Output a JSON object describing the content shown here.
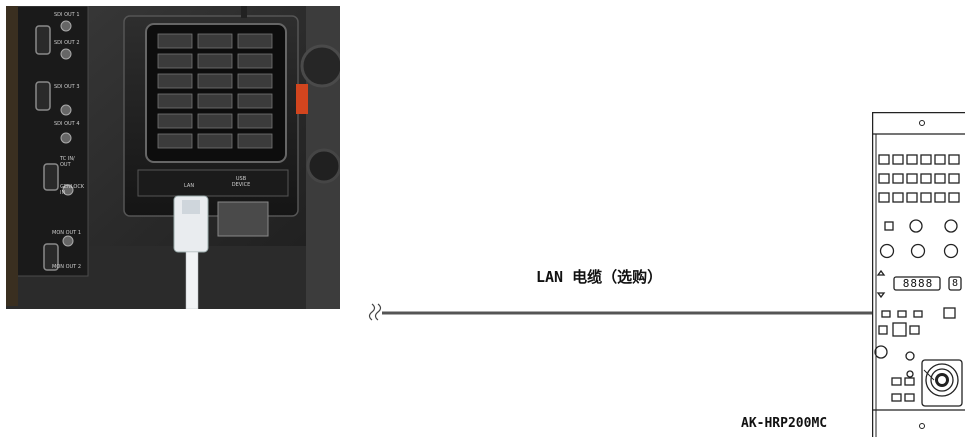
{
  "camera_photo": {
    "connector_labels": [
      "SDI OUT 1",
      "SDI OUT 2",
      "SDI OUT 3",
      "SDI OUT 4",
      "TC IN/ OUT",
      "GENLOCK IN",
      "MON OUT 1",
      "MON OUT 2"
    ],
    "module_port_labels": [
      "LAN",
      "USB DEVICE"
    ]
  },
  "cable": {
    "label": "LAN 电缆（选购）"
  },
  "remote_panel": {
    "model_label": "AK-HRP200MC",
    "display_digits": "8888",
    "display_digit_small": "8"
  }
}
